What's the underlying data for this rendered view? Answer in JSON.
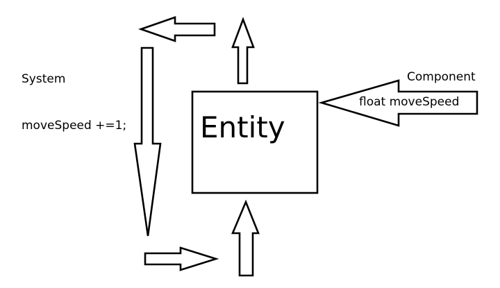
{
  "system": {
    "label": "System",
    "code": "moveSpeed +=1;"
  },
  "entity": {
    "label": "Entity"
  },
  "component": {
    "label": "Component",
    "field": "float moveSpeed"
  },
  "colors": {
    "stroke": "#000000",
    "fill": "#ffffff",
    "text": "#000000"
  }
}
